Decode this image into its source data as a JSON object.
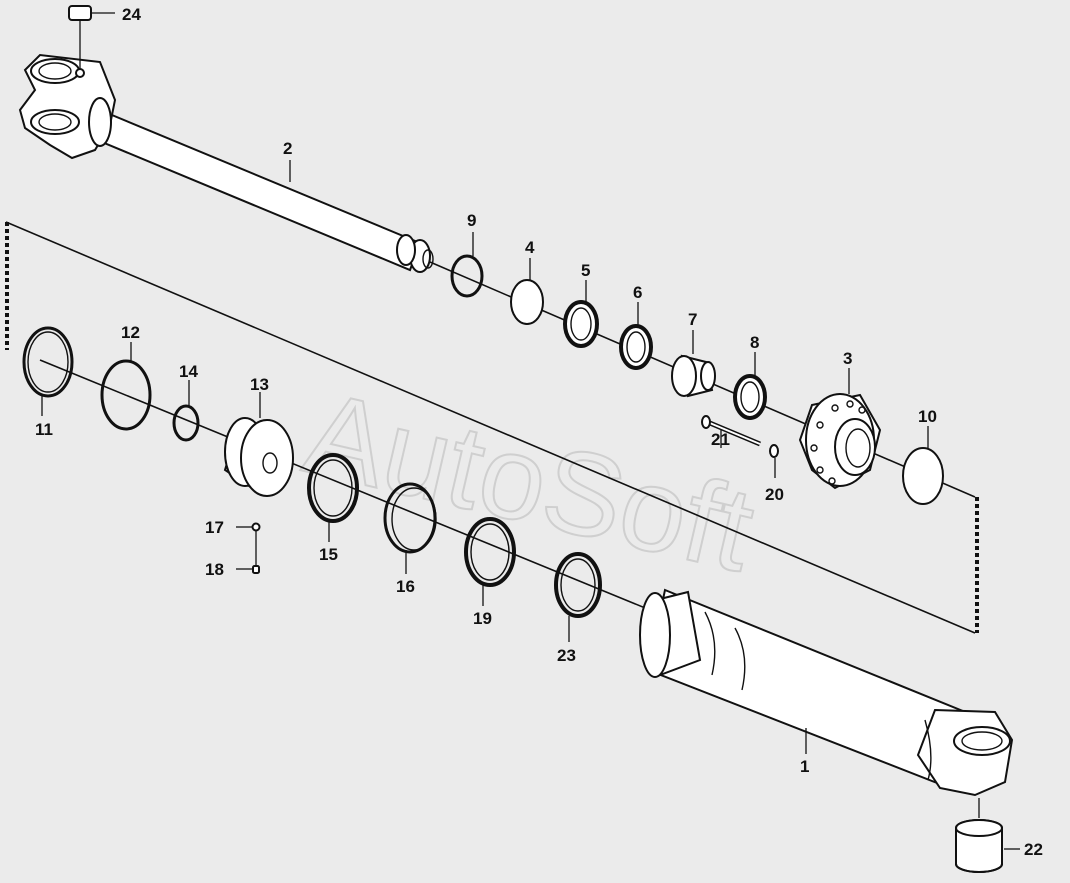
{
  "watermark": "AutoSoft",
  "labels": {
    "p1": "1",
    "p2": "2",
    "p3": "3",
    "p4": "4",
    "p5": "5",
    "p6": "6",
    "p7": "7",
    "p8": "8",
    "p9": "9",
    "p10": "10",
    "p11": "11",
    "p12": "12",
    "p13": "13",
    "p14": "14",
    "p15": "15",
    "p16": "16",
    "p17": "17",
    "p18": "18",
    "p19": "19",
    "p20": "20",
    "p21": "21",
    "p22": "22",
    "p23": "23",
    "p24": "24"
  }
}
